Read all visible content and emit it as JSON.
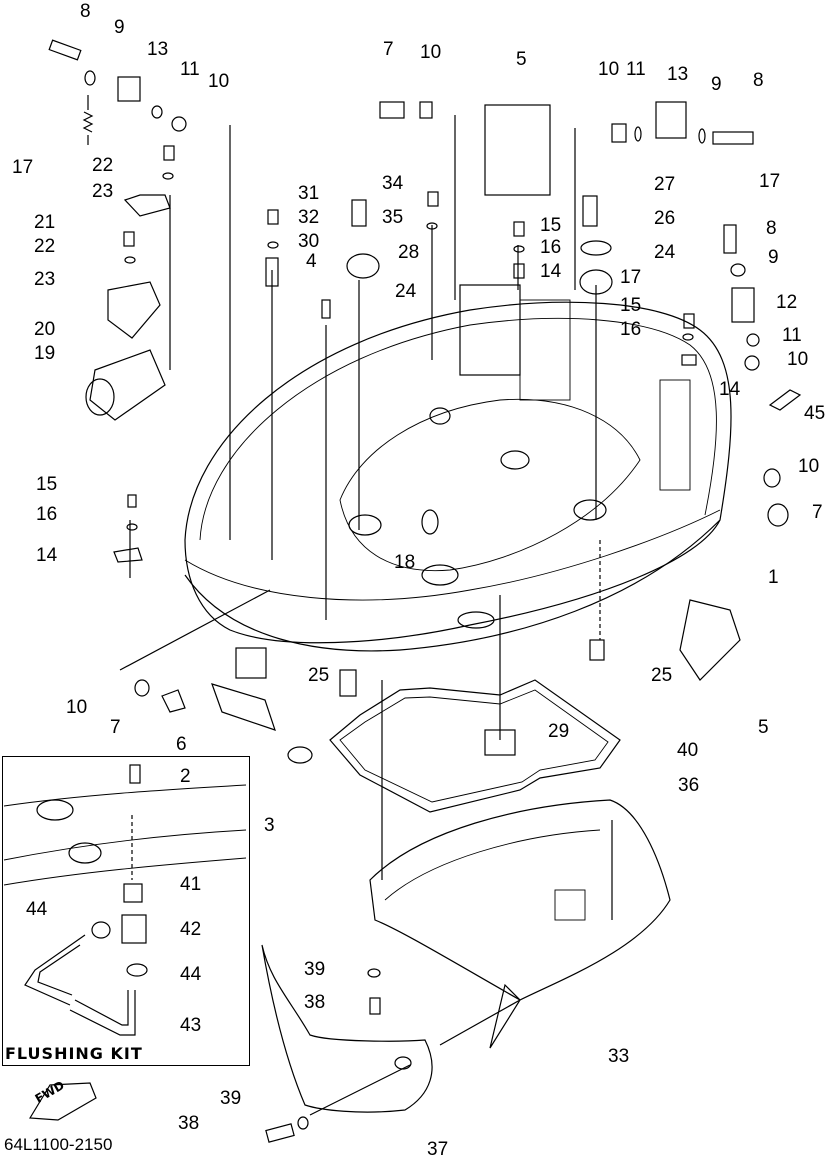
{
  "diagram": {
    "title": "Bottom cowling parts diagram",
    "reference_code": "64L1100-2150",
    "inset_title": "FLUSHING KIT",
    "direction_marker": "FWD",
    "callouts": [
      {
        "id": "c8a",
        "text": "8"
      },
      {
        "id": "c9a",
        "text": "9"
      },
      {
        "id": "c13a",
        "text": "13"
      },
      {
        "id": "c11a",
        "text": "11"
      },
      {
        "id": "c10a",
        "text": "10"
      },
      {
        "id": "c17a",
        "text": "17"
      },
      {
        "id": "c22a",
        "text": "22"
      },
      {
        "id": "c23a",
        "text": "23"
      },
      {
        "id": "c21",
        "text": "21"
      },
      {
        "id": "c22b",
        "text": "22"
      },
      {
        "id": "c23b",
        "text": "23"
      },
      {
        "id": "c20",
        "text": "20"
      },
      {
        "id": "c19",
        "text": "19"
      },
      {
        "id": "c15a",
        "text": "15"
      },
      {
        "id": "c16a",
        "text": "16"
      },
      {
        "id": "c14a",
        "text": "14"
      },
      {
        "id": "c10b",
        "text": "10"
      },
      {
        "id": "c7a",
        "text": "7"
      },
      {
        "id": "c6",
        "text": "6"
      },
      {
        "id": "c7b",
        "text": "7"
      },
      {
        "id": "c10c",
        "text": "10"
      },
      {
        "id": "c5a",
        "text": "5"
      },
      {
        "id": "c31",
        "text": "31"
      },
      {
        "id": "c32",
        "text": "32"
      },
      {
        "id": "c30",
        "text": "30"
      },
      {
        "id": "c4",
        "text": "4"
      },
      {
        "id": "c34",
        "text": "34"
      },
      {
        "id": "c35",
        "text": "35"
      },
      {
        "id": "c28",
        "text": "28"
      },
      {
        "id": "c24a",
        "text": "24"
      },
      {
        "id": "c10d",
        "text": "10"
      },
      {
        "id": "c11b",
        "text": "11"
      },
      {
        "id": "c13b",
        "text": "13"
      },
      {
        "id": "c9b",
        "text": "9"
      },
      {
        "id": "c8b",
        "text": "8"
      },
      {
        "id": "c27",
        "text": "27"
      },
      {
        "id": "c17b",
        "text": "17"
      },
      {
        "id": "c15b",
        "text": "15"
      },
      {
        "id": "c16b",
        "text": "16"
      },
      {
        "id": "c14b",
        "text": "14"
      },
      {
        "id": "c26",
        "text": "26"
      },
      {
        "id": "c24b",
        "text": "24"
      },
      {
        "id": "c8c",
        "text": "8"
      },
      {
        "id": "c9c",
        "text": "9"
      },
      {
        "id": "c17c",
        "text": "17"
      },
      {
        "id": "c12",
        "text": "12"
      },
      {
        "id": "c15c",
        "text": "15"
      },
      {
        "id": "c16c",
        "text": "16"
      },
      {
        "id": "c11c",
        "text": "11"
      },
      {
        "id": "c10e",
        "text": "10"
      },
      {
        "id": "c14c",
        "text": "14"
      },
      {
        "id": "c45",
        "text": "45"
      },
      {
        "id": "c10f",
        "text": "10"
      },
      {
        "id": "c7c",
        "text": "7"
      },
      {
        "id": "c1",
        "text": "1"
      },
      {
        "id": "c18",
        "text": "18"
      },
      {
        "id": "c25a",
        "text": "25"
      },
      {
        "id": "c25b",
        "text": "25"
      },
      {
        "id": "c5b",
        "text": "5"
      },
      {
        "id": "c29",
        "text": "29"
      },
      {
        "id": "c40",
        "text": "40"
      },
      {
        "id": "c3",
        "text": "3"
      },
      {
        "id": "c36",
        "text": "36"
      },
      {
        "id": "c2",
        "text": "2"
      },
      {
        "id": "c41",
        "text": "41"
      },
      {
        "id": "c44a",
        "text": "44"
      },
      {
        "id": "c42",
        "text": "42"
      },
      {
        "id": "c44b",
        "text": "44"
      },
      {
        "id": "c43",
        "text": "43"
      },
      {
        "id": "c39a",
        "text": "39"
      },
      {
        "id": "c38a",
        "text": "38"
      },
      {
        "id": "c33",
        "text": "33"
      },
      {
        "id": "c39b",
        "text": "39"
      },
      {
        "id": "c38b",
        "text": "38"
      },
      {
        "id": "c37",
        "text": "37"
      }
    ]
  }
}
